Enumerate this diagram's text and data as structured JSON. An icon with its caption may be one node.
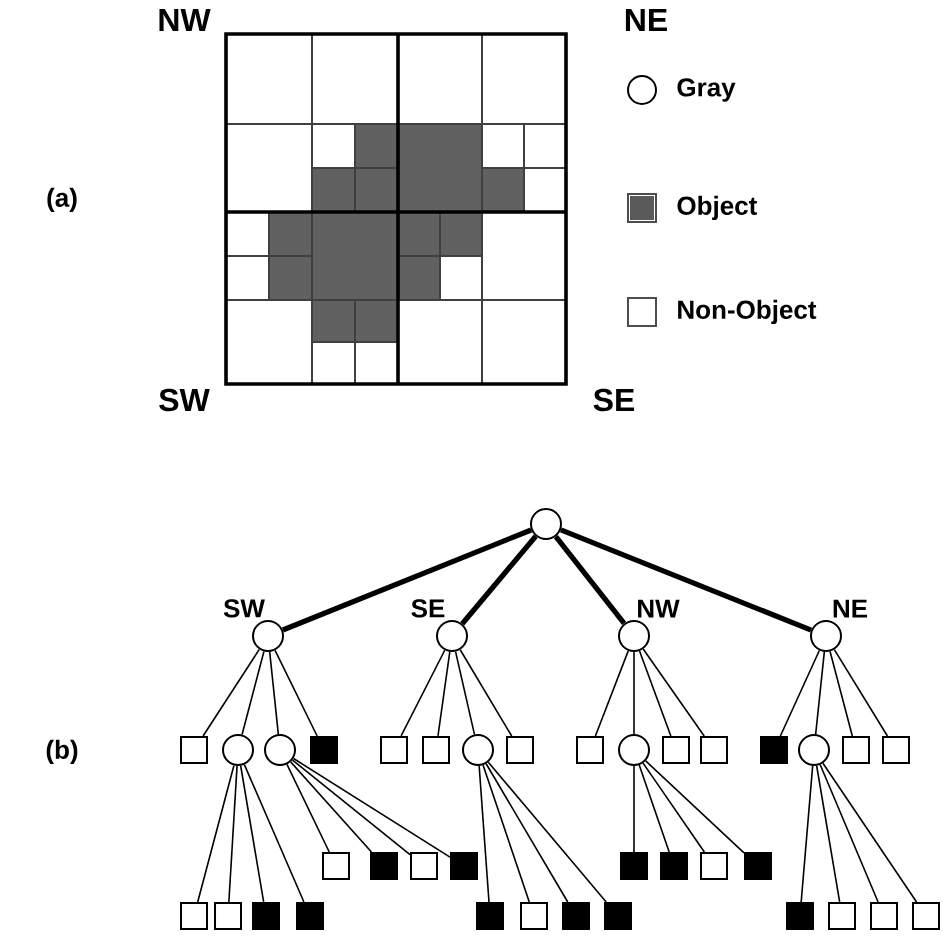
{
  "diagram": {
    "nodes": [
      {
        "text": [],
        "shape": "circle"
      },
      {
        "text": [],
        "shape": "circle",
        "beside": [
          "SW"
        ]
      },
      {
        "text": [],
        "shape": "circle",
        "beside": [
          "SE"
        ]
      },
      {
        "text": [],
        "shape": "circle",
        "beside": [
          "NW"
        ]
      },
      {
        "text": [],
        "shape": "circle",
        "beside": [
          "NE"
        ]
      },
      {
        "text": [],
        "shape": "box"
      },
      {
        "text": [],
        "shape": "circle"
      },
      {
        "text": [],
        "shape": "circle"
      },
      {
        "text": [],
        "shape": "block"
      },
      {
        "text": [],
        "shape": "box"
      },
      {
        "text": [],
        "shape": "box"
      },
      {
        "text": [],
        "shape": "circle"
      },
      {
        "text": [],
        "shape": "box"
      },
      {
        "text": [],
        "shape": "box"
      },
      {
        "text": [],
        "shape": "circle"
      },
      {
        "text": [],
        "shape": "box"
      },
      {
        "text": [],
        "shape": "box"
      },
      {
        "text": [],
        "shape": "block"
      },
      {
        "text": [],
        "shape": "circle"
      },
      {
        "text": [],
        "shape": "box"
      },
      {
        "text": [],
        "shape": "box"
      },
      {
        "text": [],
        "shape": "box"
      },
      {
        "text": [],
        "shape": "box"
      },
      {
        "text": [],
        "shape": "block"
      },
      {
        "text": [],
        "shape": "block"
      },
      {
        "text": [],
        "shape": "box"
      },
      {
        "text": [],
        "shape": "block"
      },
      {
        "text": [],
        "shape": "box"
      },
      {
        "text": [],
        "shape": "block"
      },
      {
        "text": [],
        "shape": "block"
      },
      {
        "text": [],
        "shape": "box"
      },
      {
        "text": [],
        "shape": "block"
      },
      {
        "text": [],
        "shape": "block"
      },
      {
        "text": [],
        "shape": "block"
      },
      {
        "text": [],
        "shape": "block"
      },
      {
        "text": [],
        "shape": "box"
      },
      {
        "text": [],
        "shape": "block"
      },
      {
        "text": [],
        "shape": "block"
      },
      {
        "text": [],
        "shape": "box"
      },
      {
        "text": [],
        "shape": "box"
      },
      {
        "text": [],
        "shape": "box"
      }
    ],
    "edges": [
      {
        "from": 0,
        "to": 1,
        "arrow": "none",
        "style": "thick"
      },
      {
        "from": 0,
        "to": 2,
        "arrow": "none",
        "style": "thick"
      },
      {
        "from": 0,
        "to": 3,
        "arrow": "none",
        "style": "thick"
      },
      {
        "from": 0,
        "to": 4,
        "arrow": "none",
        "style": "thick"
      },
      {
        "from": 1,
        "to": 5,
        "arrow": "none"
      },
      {
        "from": 1,
        "to": 6,
        "arrow": "none"
      },
      {
        "from": 1,
        "to": 7,
        "arrow": "none"
      },
      {
        "from": 1,
        "to": 8,
        "arrow": "none"
      },
      {
        "from": 2,
        "to": 9,
        "arrow": "none"
      },
      {
        "from": 2,
        "to": 10,
        "arrow": "none"
      },
      {
        "from": 2,
        "to": 11,
        "arrow": "none"
      },
      {
        "from": 2,
        "to": 12,
        "arrow": "none"
      },
      {
        "from": 3,
        "to": 13,
        "arrow": "none"
      },
      {
        "from": 3,
        "to": 14,
        "arrow": "none"
      },
      {
        "from": 3,
        "to": 15,
        "arrow": "none"
      },
      {
        "from": 3,
        "to": 16,
        "arrow": "none"
      },
      {
        "from": 4,
        "to": 17,
        "arrow": "none"
      },
      {
        "from": 4,
        "to": 18,
        "arrow": "none"
      },
      {
        "from": 4,
        "to": 19,
        "arrow": "none"
      },
      {
        "from": 4,
        "to": 20,
        "arrow": "none"
      },
      {
        "from": 6,
        "to": 21,
        "arrow": "none"
      },
      {
        "from": 6,
        "to": 22,
        "arrow": "none"
      },
      {
        "from": 6,
        "to": 23,
        "arrow": "none"
      },
      {
        "from": 6,
        "to": 24,
        "arrow": "none"
      },
      {
        "from": 7,
        "to": 25,
        "arrow": "none"
      },
      {
        "from": 7,
        "to": 26,
        "arrow": "none"
      },
      {
        "from": 7,
        "to": 27,
        "arrow": "none"
      },
      {
        "from": 7,
        "to": 28,
        "arrow": "none"
      },
      {
        "from": 11,
        "to": 29,
        "arrow": "none"
      },
      {
        "from": 11,
        "to": 30,
        "arrow": "none"
      },
      {
        "from": 11,
        "to": 31,
        "arrow": "none"
      },
      {
        "from": 11,
        "to": 32,
        "arrow": "none"
      },
      {
        "from": 14,
        "to": 33,
        "arrow": "none"
      },
      {
        "from": 14,
        "to": 34,
        "arrow": "none"
      },
      {
        "from": 14,
        "to": 35,
        "arrow": "none"
      },
      {
        "from": 14,
        "to": 36,
        "arrow": "none"
      },
      {
        "from": 18,
        "to": 37,
        "arrow": "none"
      },
      {
        "from": 18,
        "to": 38,
        "arrow": "none"
      },
      {
        "from": 18,
        "to": 39,
        "arrow": "none"
      },
      {
        "from": 18,
        "to": 40,
        "arrow": "none"
      }
    ],
    "labels": [
      "NW",
      "NE",
      "(a)",
      "SW",
      "SE",
      "(b)"
    ],
    "legend": [
      {
        "text": "Gray"
      },
      {
        "text": "Object",
        "color": "#5a5a5a"
      },
      {
        "text": "Non-Object",
        "color": "#ffffff"
      }
    ]
  }
}
